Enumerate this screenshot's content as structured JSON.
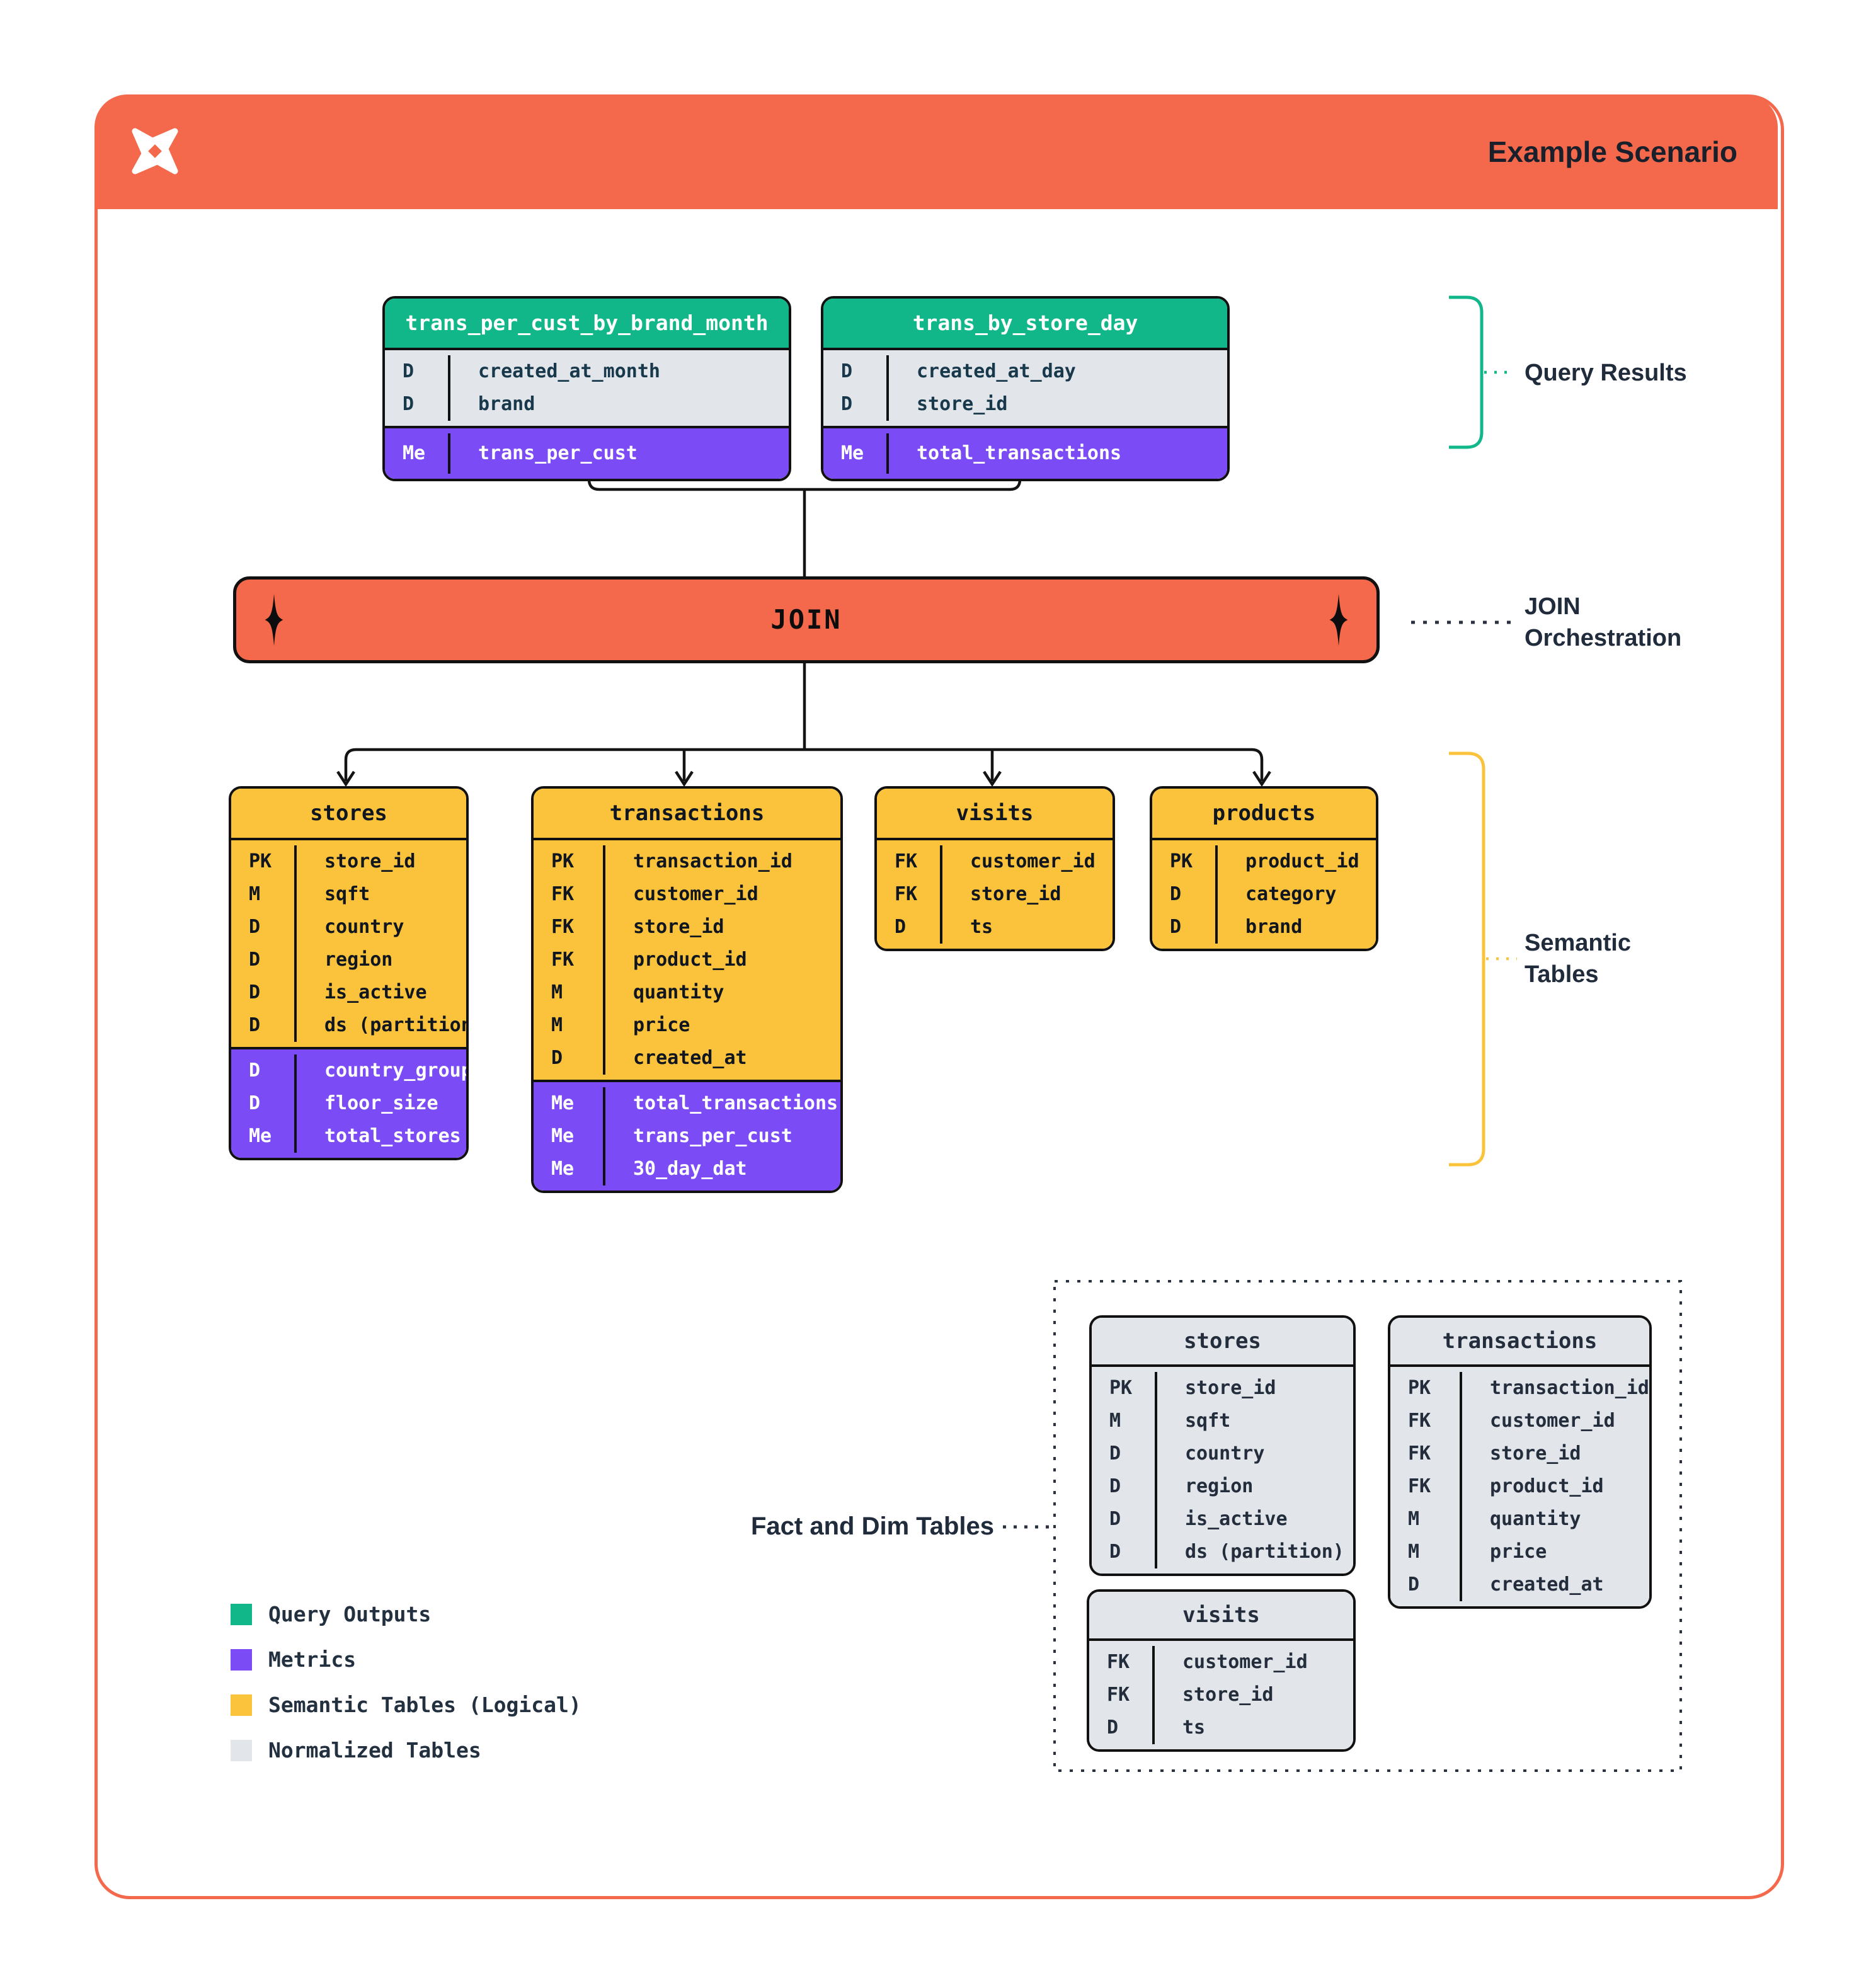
{
  "header": {
    "title": "Example Scenario",
    "logo": "dagster-pinwheel-icon"
  },
  "join_bar": {
    "label": "JOIN"
  },
  "labels": {
    "query_results": "Query Results",
    "join_orchestration": [
      "JOIN",
      "Orchestration"
    ],
    "semantic_tables": [
      "Semantic",
      "Tables"
    ],
    "fact_dim": "Fact and Dim Tables"
  },
  "legend": {
    "items": [
      {
        "label": "Query Outputs",
        "color": "#12B789"
      },
      {
        "label": "Metrics",
        "color": "#7B4CF6"
      },
      {
        "label": "Semantic Tables (Logical)",
        "color": "#FBC33B"
      },
      {
        "label": "Normalized Tables",
        "color": "#E2E6EA"
      }
    ]
  },
  "colors": {
    "accent_orange": "#F4684B",
    "query_output_green": "#12B789",
    "metric_purple": "#7B4CF6",
    "semantic_yellow": "#FBC33B",
    "normalized_gray": "#E2E6EA"
  },
  "tables": [
    {
      "id": "qr1",
      "kind": "query",
      "title": "trans_per_cust_by_brand_month",
      "sections": [
        {
          "kind": "plain",
          "rows": [
            {
              "key": "D",
              "name": "created_at_month"
            },
            {
              "key": "D",
              "name": "brand"
            }
          ]
        },
        {
          "kind": "metric",
          "rows": [
            {
              "key": "Me",
              "name": "trans_per_cust"
            }
          ]
        }
      ]
    },
    {
      "id": "qr2",
      "kind": "query",
      "title": "trans_by_store_day",
      "sections": [
        {
          "kind": "plain",
          "rows": [
            {
              "key": "D",
              "name": "created_at_day"
            },
            {
              "key": "D",
              "name": "store_id"
            }
          ]
        },
        {
          "kind": "metric",
          "rows": [
            {
              "key": "Me",
              "name": "total_transactions"
            }
          ]
        }
      ]
    },
    {
      "id": "sem-stores",
      "kind": "semantic",
      "title": "stores",
      "sections": [
        {
          "kind": "plain",
          "rows": [
            {
              "key": "PK",
              "name": "store_id"
            },
            {
              "key": "M",
              "name": "sqft"
            },
            {
              "key": "D",
              "name": "country"
            },
            {
              "key": "D",
              "name": "region"
            },
            {
              "key": "D",
              "name": "is_active"
            },
            {
              "key": "D",
              "name": "ds (partition)"
            }
          ]
        },
        {
          "kind": "metric",
          "rows": [
            {
              "key": "D",
              "name": "country_group"
            },
            {
              "key": "D",
              "name": "floor_size"
            },
            {
              "key": "Me",
              "name": "total_stores"
            }
          ]
        }
      ]
    },
    {
      "id": "sem-trans",
      "kind": "semantic",
      "title": "transactions",
      "sections": [
        {
          "kind": "plain",
          "rows": [
            {
              "key": "PK",
              "name": "transaction_id"
            },
            {
              "key": "FK",
              "name": "customer_id"
            },
            {
              "key": "FK",
              "name": "store_id"
            },
            {
              "key": "FK",
              "name": "product_id"
            },
            {
              "key": "M",
              "name": "quantity"
            },
            {
              "key": "M",
              "name": "price"
            },
            {
              "key": "D",
              "name": "created_at"
            }
          ]
        },
        {
          "kind": "metric",
          "rows": [
            {
              "key": "Me",
              "name": "total_transactions"
            },
            {
              "key": "Me",
              "name": "trans_per_cust"
            },
            {
              "key": "Me",
              "name": "30_day_dat"
            }
          ]
        }
      ]
    },
    {
      "id": "sem-visits",
      "kind": "semantic",
      "title": "visits",
      "sections": [
        {
          "kind": "plain",
          "rows": [
            {
              "key": "FK",
              "name": "customer_id"
            },
            {
              "key": "FK",
              "name": "store_id"
            },
            {
              "key": "D",
              "name": "ts"
            }
          ]
        }
      ]
    },
    {
      "id": "sem-products",
      "kind": "semantic",
      "title": "products",
      "sections": [
        {
          "kind": "plain",
          "rows": [
            {
              "key": "PK",
              "name": "product_id"
            },
            {
              "key": "D",
              "name": "category"
            },
            {
              "key": "D",
              "name": "brand"
            }
          ]
        }
      ]
    },
    {
      "id": "norm-stores",
      "kind": "normalized",
      "title": "stores",
      "sections": [
        {
          "kind": "plain",
          "rows": [
            {
              "key": "PK",
              "name": "store_id"
            },
            {
              "key": "M",
              "name": "sqft"
            },
            {
              "key": "D",
              "name": "country"
            },
            {
              "key": "D",
              "name": "region"
            },
            {
              "key": "D",
              "name": "is_active"
            },
            {
              "key": "D",
              "name": "ds (partition)"
            }
          ]
        }
      ]
    },
    {
      "id": "norm-trans",
      "kind": "normalized",
      "title": "transactions",
      "sections": [
        {
          "kind": "plain",
          "rows": [
            {
              "key": "PK",
              "name": "transaction_id"
            },
            {
              "key": "FK",
              "name": "customer_id"
            },
            {
              "key": "FK",
              "name": "store_id"
            },
            {
              "key": "FK",
              "name": "product_id"
            },
            {
              "key": "M",
              "name": "quantity"
            },
            {
              "key": "M",
              "name": "price"
            },
            {
              "key": "D",
              "name": "created_at"
            }
          ]
        }
      ]
    },
    {
      "id": "norm-visits",
      "kind": "normalized",
      "title": "visits",
      "sections": [
        {
          "kind": "plain",
          "rows": [
            {
              "key": "FK",
              "name": "customer_id"
            },
            {
              "key": "FK",
              "name": "store_id"
            },
            {
              "key": "D",
              "name": "ts"
            }
          ]
        }
      ]
    }
  ]
}
